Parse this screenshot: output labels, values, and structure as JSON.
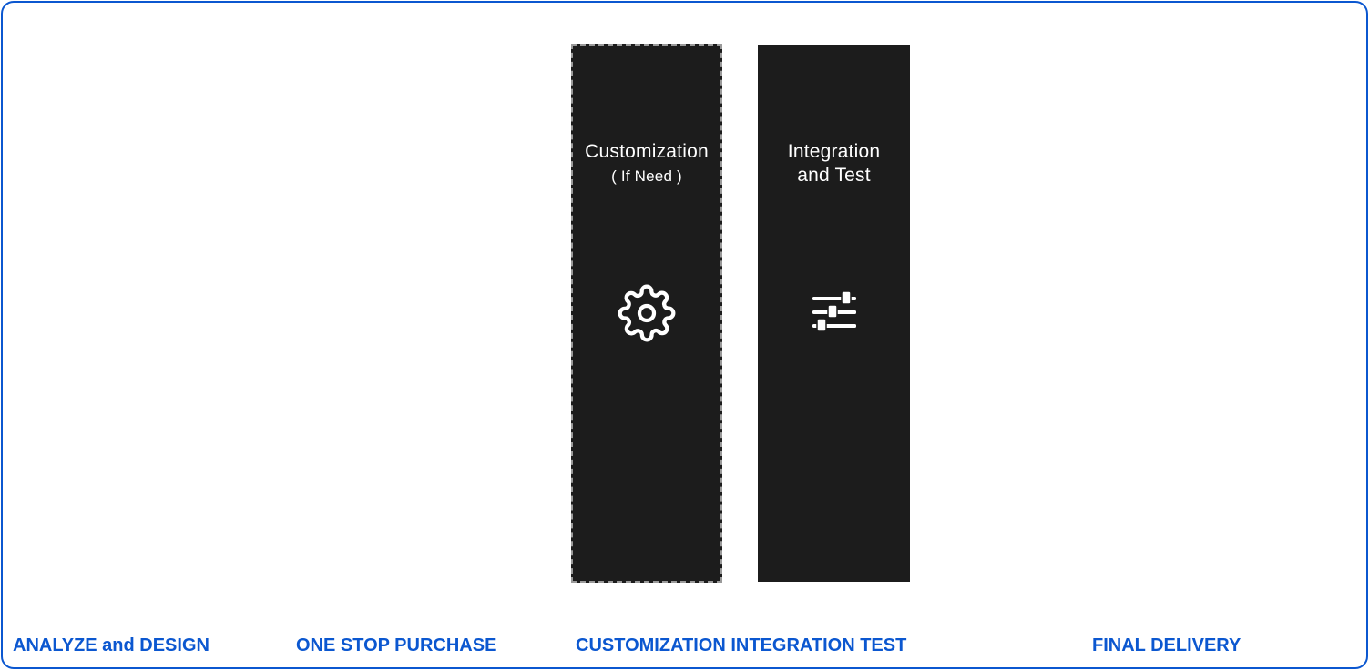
{
  "colors": {
    "border": "#0b57d0",
    "label": "#0b57d0",
    "card_bg": "#1c1c1c",
    "card_text": "#ffffff",
    "dashed_border": "#9a9a9a"
  },
  "cards": [
    {
      "title": "Customization",
      "subtitle": "( If Need )",
      "icon": "gear-icon",
      "style": "dashed"
    },
    {
      "title_line1": "Integration",
      "title_line2": "and Test",
      "icon": "sliders-icon",
      "style": "solid"
    }
  ],
  "phases": [
    "ANALYZE and DESIGN",
    "ONE STOP PURCHASE",
    "CUSTOMIZATION INTEGRATION TEST",
    "FINAL DELIVERY"
  ]
}
